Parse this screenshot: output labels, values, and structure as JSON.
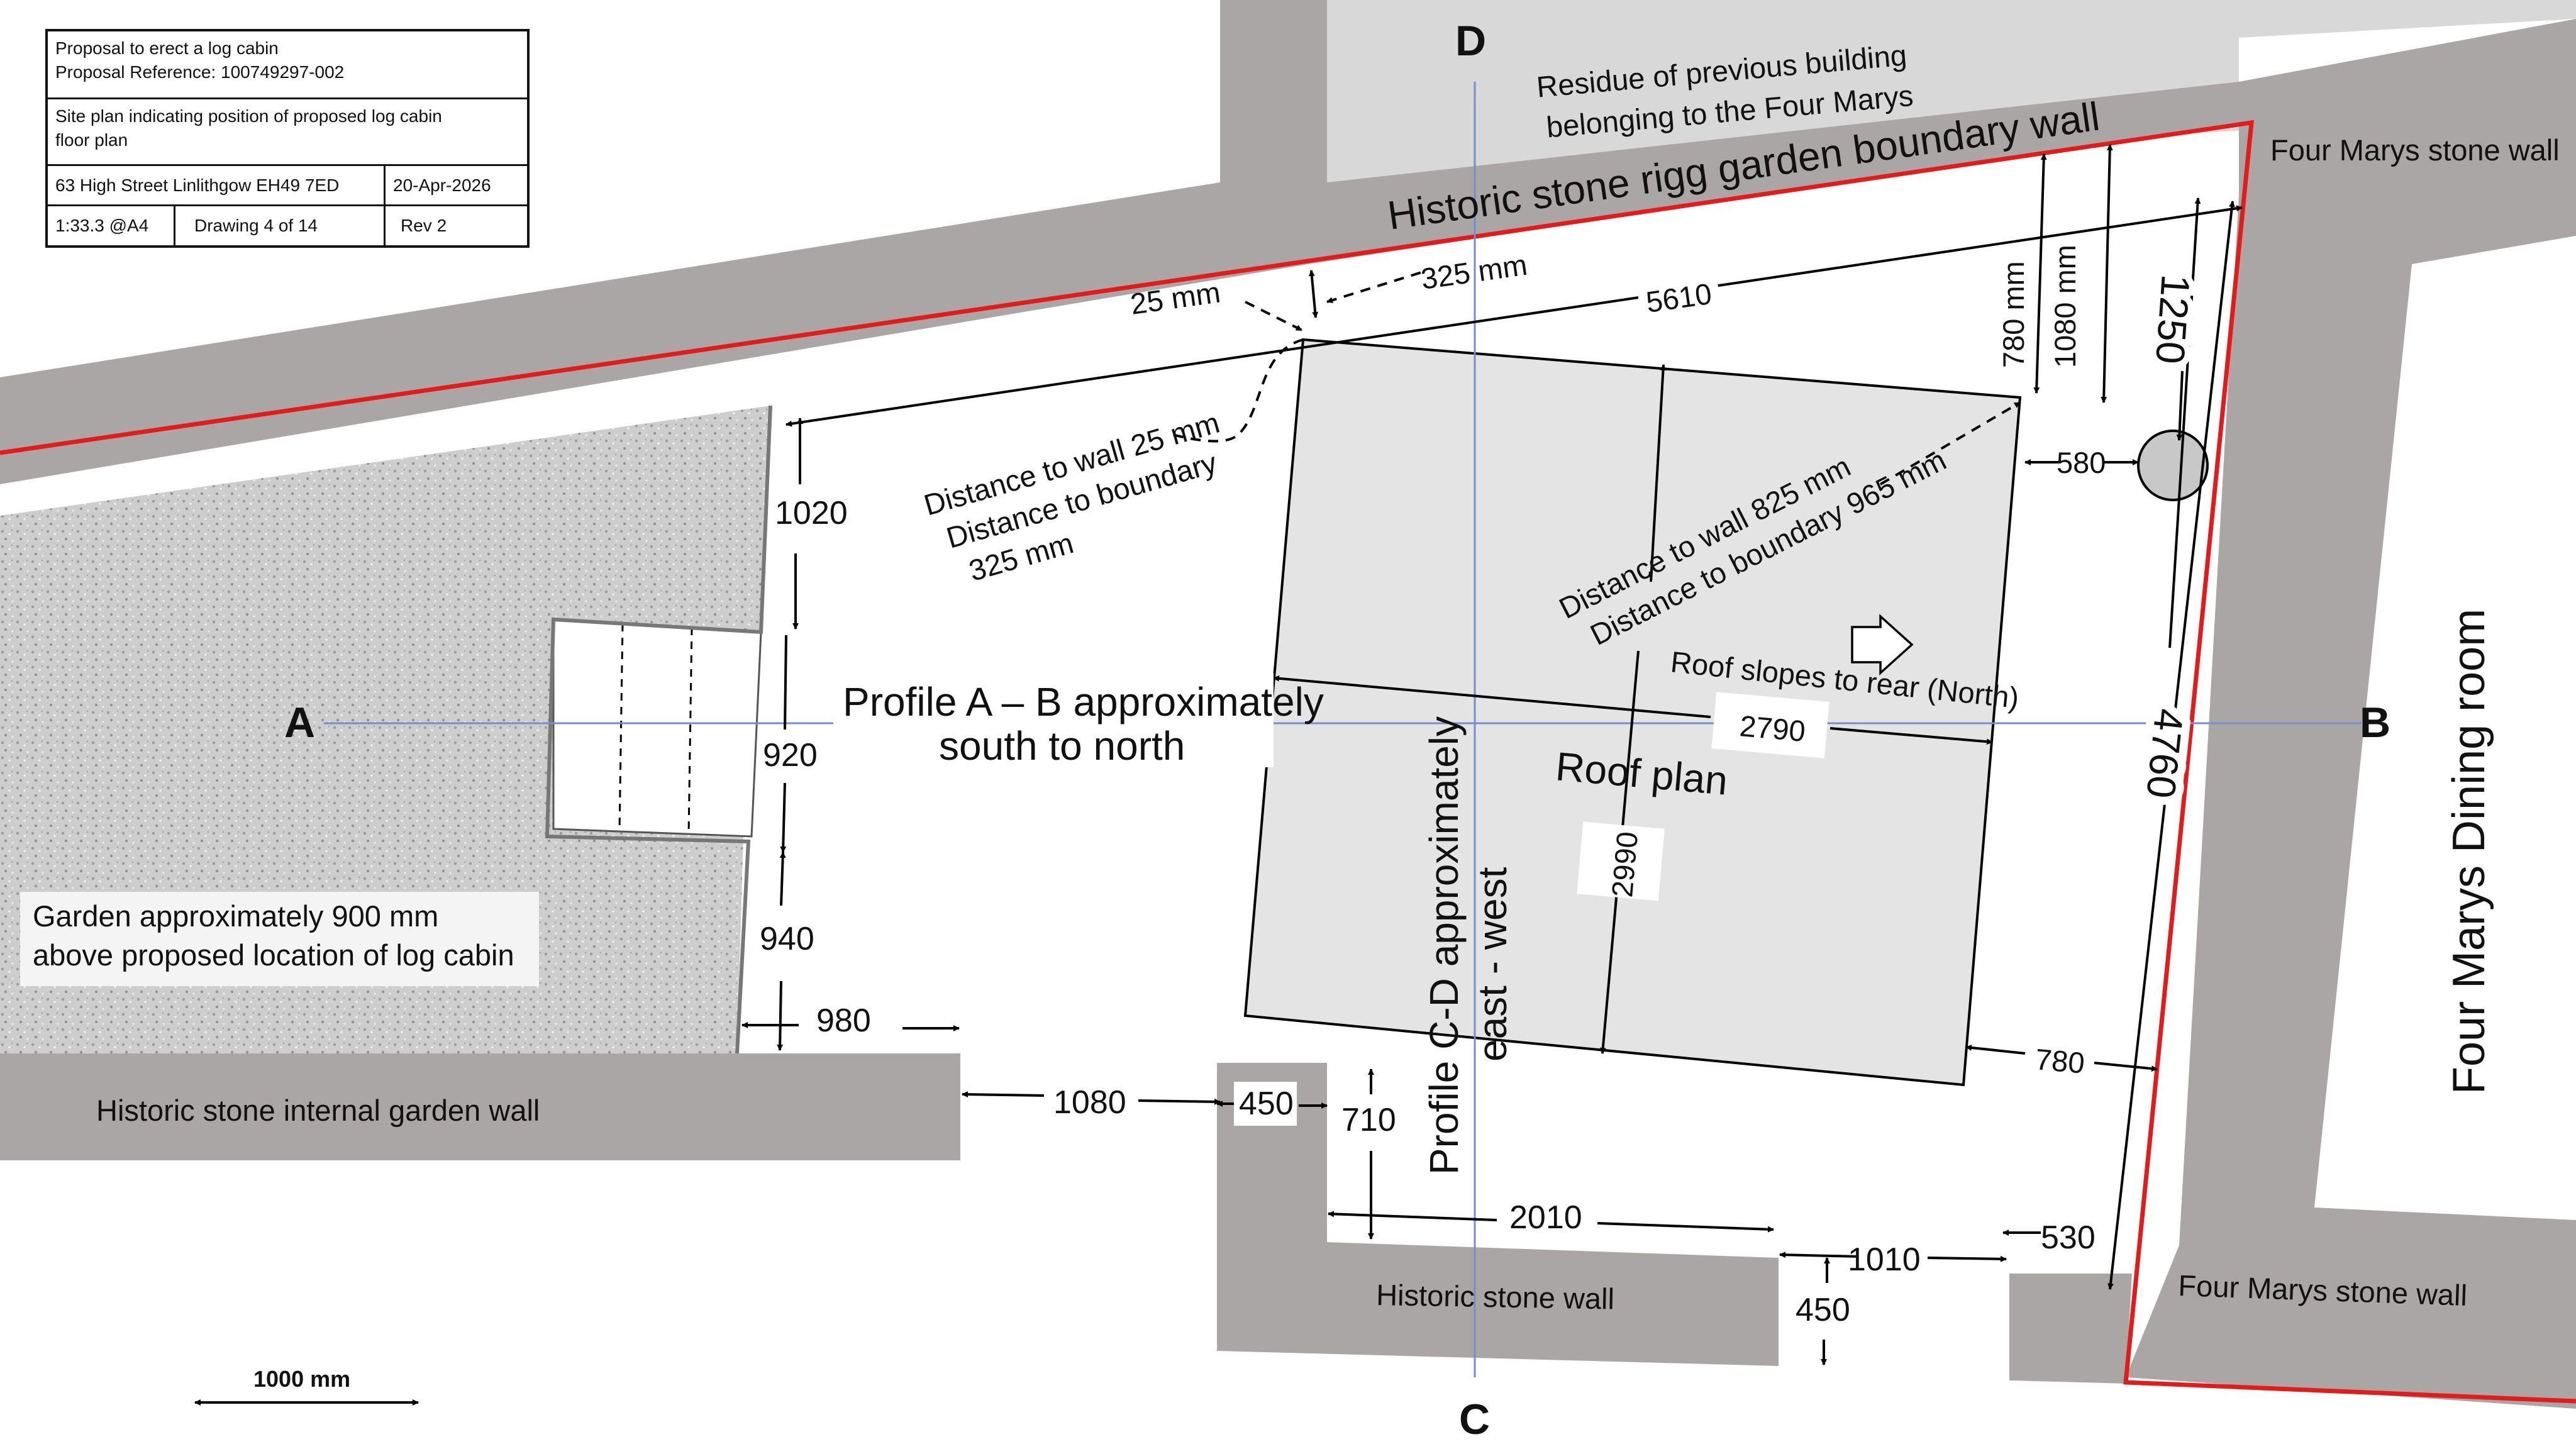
{
  "title_block": {
    "proposal_line": "Proposal to erect a log cabin",
    "reference_line": "Proposal Reference: 100749297-002",
    "description_line1": "Site plan indicating position of proposed log cabin",
    "description_line2": "floor plan",
    "address": "63 High Street Linlithgow  EH49 7ED",
    "date": "20-Apr-2026",
    "scale": "1:33.3 @A4",
    "drawing": "Drawing  4 of 14",
    "revision": "Rev 2"
  },
  "axes": {
    "a": "A",
    "b": "B",
    "c": "C",
    "d": "D"
  },
  "labels": {
    "residue_line1": "Residue of previous building",
    "residue_line2": "belonging to the Four Marys",
    "rigg_wall": "Historic stone rigg garden boundary wall",
    "four_marys_wall_top": "Four Marys stone wall",
    "four_marys_wall_bottom": "Four Marys stone wall",
    "dining_room": "Four Marys Dining room",
    "internal_wall": "Historic stone internal garden wall",
    "stone_wall": "Historic stone wall",
    "garden_line1": "Garden approximately 900 mm",
    "garden_line2": "above proposed location of log cabin",
    "profile_ab_line1": "Profile A – B approximately",
    "profile_ab_line2": "south to north",
    "profile_cd_line1": "Profile C-D approximately",
    "profile_cd_line2": "east - west",
    "roof_plan": "Roof plan",
    "roof_slopes": "Roof slopes to rear (North)",
    "wall_25_line1": "Distance to wall 25 mm",
    "wall_25_line2": "Distance to boundary",
    "wall_25_line3": "325 mm",
    "wall_825_line1": "Distance to wall 825 mm",
    "wall_825_line2": "Distance to boundary 965 mm",
    "scale_bar": "1000 mm"
  },
  "dimensions": {
    "d25": "25 mm",
    "d325": "325 mm",
    "d5610": "5610",
    "d780mm": "780 mm",
    "d1080mm": "1080  mm",
    "d1250": "1250",
    "d580": "580",
    "d1020": "1020",
    "d920": "920",
    "d940": "940",
    "d980": "980",
    "d1080": "1080",
    "d450a": "450",
    "d710": "710",
    "d2010": "2010",
    "d1010": "1010",
    "d450b": "450",
    "d530": "530",
    "d780": "780",
    "d4760": "4760",
    "d2790": "2790",
    "d2990": "2990"
  },
  "colors": {
    "wall": "#aba6a6",
    "boundary": "#e31b1b",
    "profile_line": "#6f8fcf",
    "cabin": "#e4e4e4",
    "residue": "#d8d8d8",
    "garden": "#cfcfcf"
  }
}
